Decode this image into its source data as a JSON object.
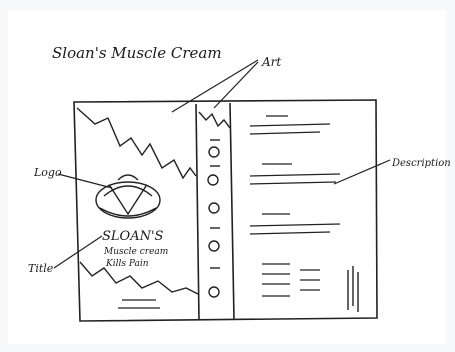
{
  "sketch": {
    "title": "Sloan's Muscle Cream",
    "labels": {
      "art": "Art",
      "logo": "Logo",
      "title": "Title",
      "description": "Description"
    },
    "product_text": {
      "brand": "SLOAN'S",
      "line1": "Muscle cream",
      "line2": "Kills Pain"
    }
  }
}
